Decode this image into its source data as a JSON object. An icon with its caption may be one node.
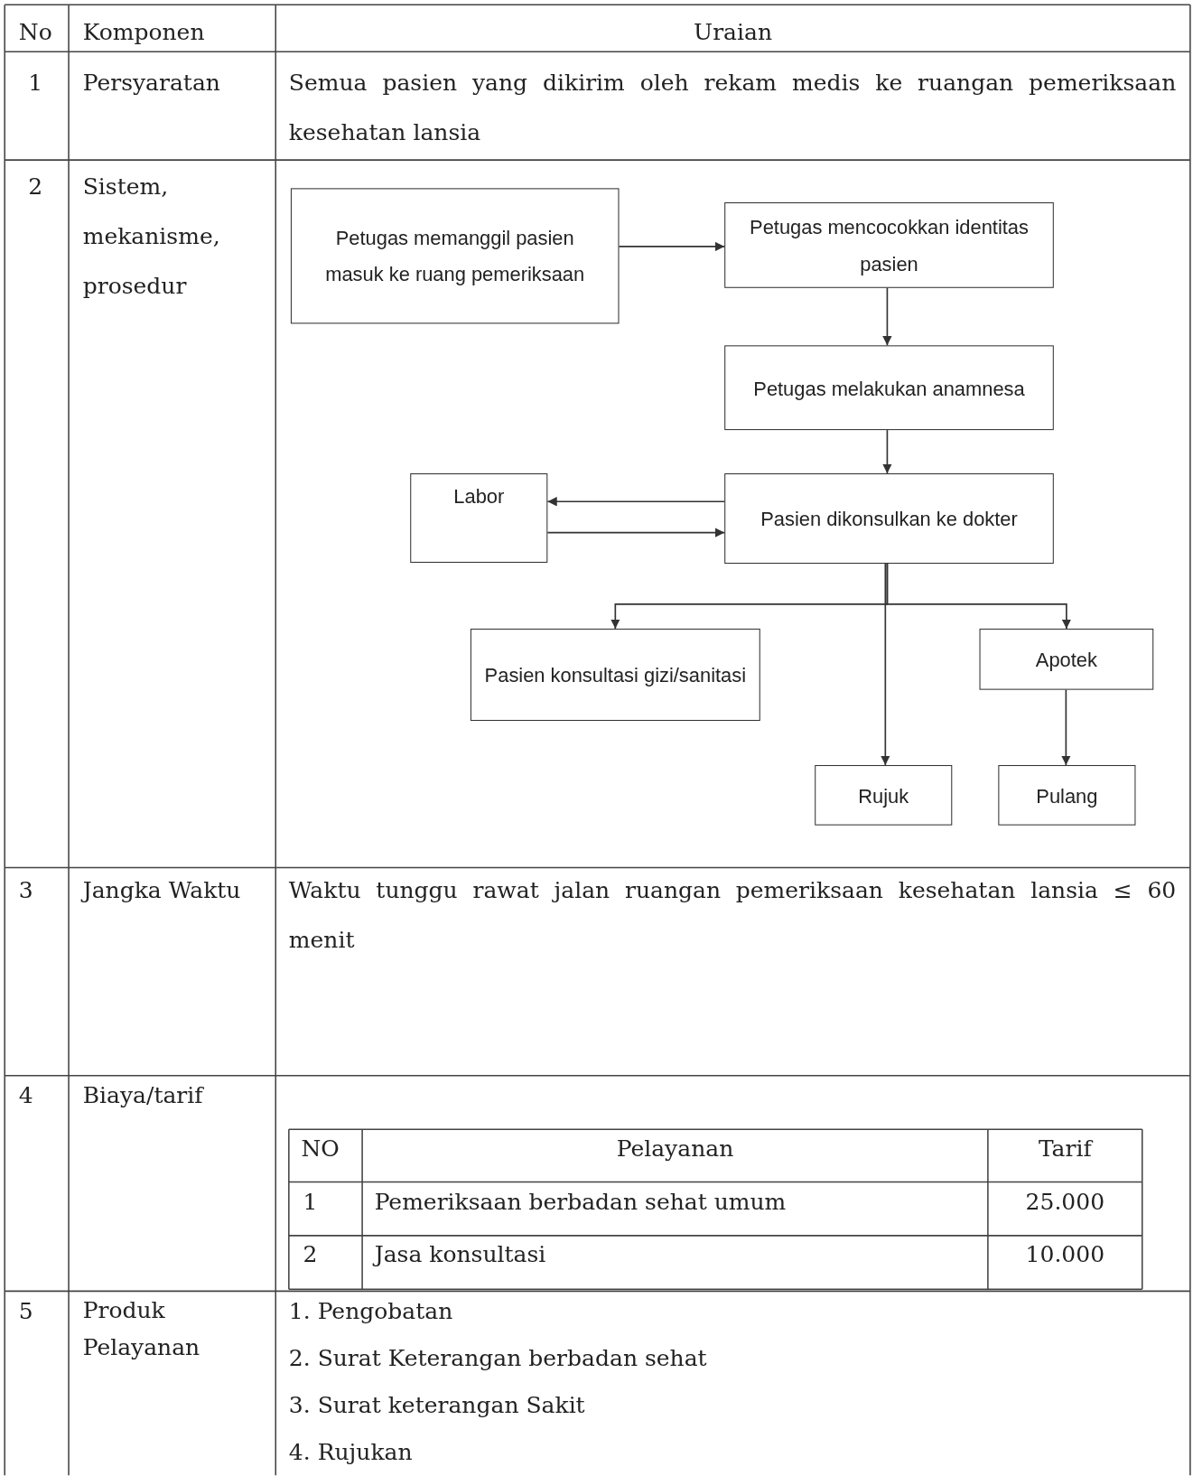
{
  "diagram": {
    "nodes": [
      {
        "text": [
          "Petugas memanggil pasien masuk ke ruang pemeriksaan"
        ]
      },
      {
        "text": [
          "Petugas mencocokkan identitas pasien"
        ]
      },
      {
        "text": [
          "Petugas melakukan anamnesa"
        ]
      },
      {
        "text": [
          "Pasien dikonsulkan ke dokter"
        ]
      },
      {
        "text": [
          "Labor"
        ]
      },
      {
        "text": [
          "Pasien konsultasi gizi/sanitasi"
        ]
      },
      {
        "text": [
          "Apotek"
        ]
      },
      {
        "text": [
          "Rujuk"
        ]
      },
      {
        "text": [
          "Pulang"
        ]
      }
    ],
    "edges": [
      {
        "from": 0,
        "to": 1,
        "arrow": "to"
      },
      {
        "from": 1,
        "to": 2,
        "arrow": "to"
      },
      {
        "from": 2,
        "to": 3,
        "arrow": "to"
      },
      {
        "from": 3,
        "to": 4,
        "arrow": "to"
      },
      {
        "from": 4,
        "to": 3,
        "arrow": "to"
      },
      {
        "from": 3,
        "to": 5,
        "arrow": "to"
      },
      {
        "from": 3,
        "to": 6,
        "arrow": "to"
      },
      {
        "from": 3,
        "to": 7,
        "arrow": "to"
      },
      {
        "from": 6,
        "to": 8,
        "arrow": "to"
      }
    ],
    "labels": [
      "No",
      "Komponen",
      "Uraian",
      "1",
      "Persyaratan",
      "Semua pasien yang dikirim oleh rekam medis ke ruangan pemeriksaan kesehatan lansia",
      "2",
      "Sistem, mekanisme, prosedur",
      "3",
      "Jangka Waktu",
      "Waktu tunggu rawat jalan ruangan pemeriksaan kesehatan lansia ≤ 60 menit",
      "4",
      "Biaya/tarif",
      "NO",
      "Pelayanan",
      "Tarif",
      "1",
      "Pemeriksaan berbadan sehat umum",
      "25.000",
      "2",
      "Jasa konsultasi",
      "10.000",
      "5",
      "Produk Pelayanan",
      "1. Pengobatan",
      "2. Surat Keterangan berbadan sehat",
      "3. Surat keterangan Sakit",
      "4. Rujukan"
    ]
  }
}
